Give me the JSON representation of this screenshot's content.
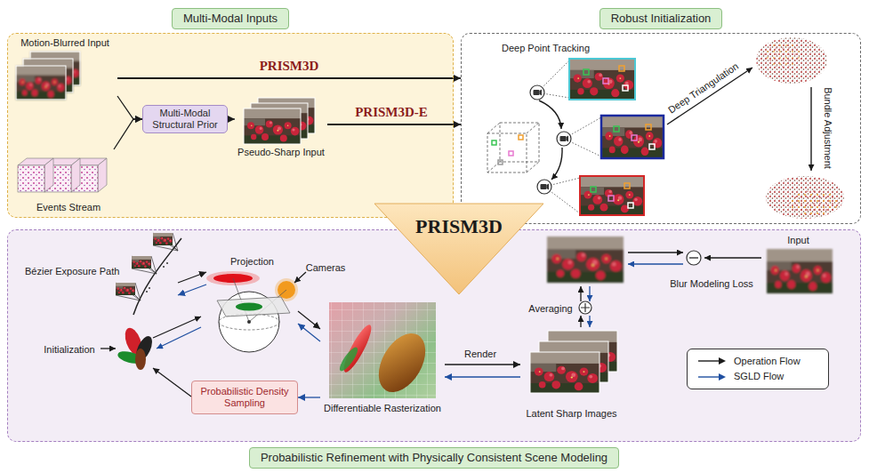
{
  "diagram": {
    "nodes": [
      {
        "text": [
          "Multi-Modal Inputs"
        ]
      },
      {
        "text": [
          "Motion-Blurred Input"
        ],
        "in": 0
      },
      {
        "text": [
          "Events Stream"
        ],
        "in": 0
      },
      {
        "text": [
          "Multi-Modal Structural Prior"
        ],
        "in": 0
      },
      {
        "text": [
          "Pseudo-Sharp Input"
        ],
        "in": 0
      },
      {
        "text": [
          "Robust Initialization"
        ]
      },
      {
        "text": [
          "Deep Point Tracking"
        ],
        "in": 5
      },
      {
        "text": [
          "PRISM3D"
        ]
      },
      {
        "text": [
          "Probabilistic Refinement with Physically Consistent Scene Modeling"
        ]
      },
      {
        "text": [
          "Bézier Exposure Path"
        ],
        "in": 8
      },
      {
        "text": [
          "Projection"
        ],
        "in": 8
      },
      {
        "text": [
          "Differentiable Rasterization"
        ],
        "in": 8
      },
      {
        "text": [
          "Probabilistic Density Sampling"
        ],
        "in": 8
      },
      {
        "text": [
          "Latent Sharp Images"
        ],
        "in": 8
      },
      {
        "text": [
          "Input"
        ],
        "in": 8
      }
    ],
    "edges": [
      {
        "from": 1,
        "to": 3,
        "arrow": "to"
      },
      {
        "from": 2,
        "to": 3,
        "arrow": "to"
      },
      {
        "from": 3,
        "to": 4,
        "arrow": "to"
      },
      {
        "from": 1,
        "to": 5,
        "label": "PRISM3D",
        "arrow": "to"
      },
      {
        "from": 4,
        "to": 5,
        "label": "PRISM3D-E",
        "arrow": "to"
      },
      {
        "from": 9,
        "to": 10,
        "arrow": "to"
      },
      {
        "from": 10,
        "to": 9,
        "arrow": "to"
      },
      {
        "from": 10,
        "to": 11,
        "arrow": "to"
      },
      {
        "from": 11,
        "to": 10,
        "arrow": "to"
      },
      {
        "from": 11,
        "to": 13,
        "label": "Render",
        "arrow": "to"
      },
      {
        "from": 13,
        "to": 11,
        "arrow": "to"
      },
      {
        "from": 11,
        "to": 12,
        "arrow": "to"
      }
    ],
    "labels": [
      "Deep Triangulation",
      "Bundle Adjustment",
      "Initialization",
      "Cameras",
      "Averaging",
      "Blur Modeling Loss"
    ],
    "legend": [
      {
        "text": "Operation Flow"
      },
      {
        "text": "SGLD Flow"
      }
    ]
  }
}
